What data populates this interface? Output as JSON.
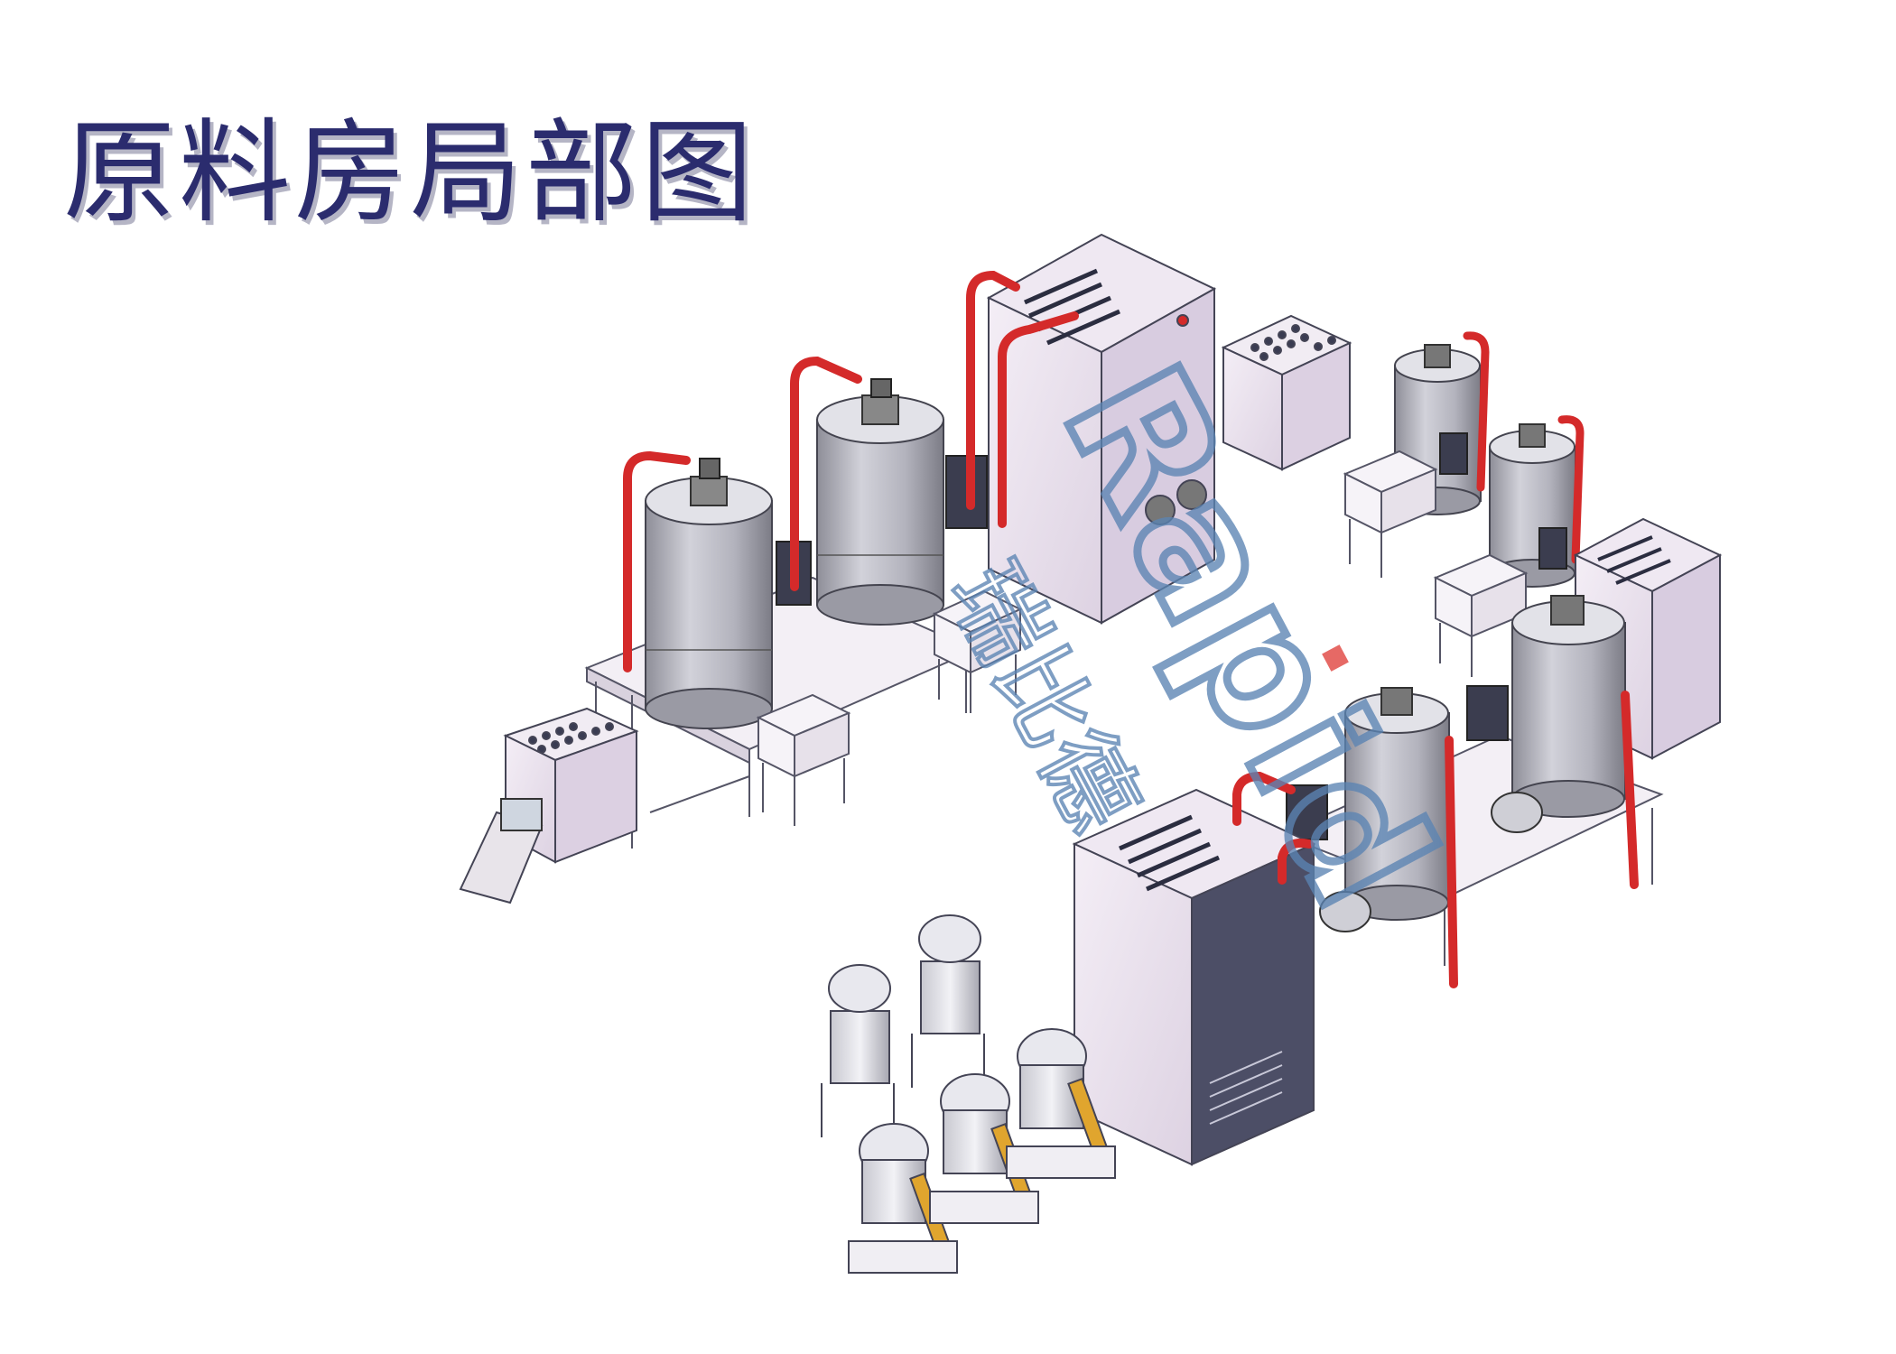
{
  "page": {
    "title": "原料房局部图"
  },
  "watermark": {
    "brand": "Rapid",
    "chinese": "瑞比德"
  },
  "colors": {
    "title": "#2b2c6e",
    "pipe": "#d42a2a",
    "tank_body": "#b9b9c2",
    "cabinet": "#ece4ef",
    "cabinet_dark": "#4c4e66",
    "frame": "#555566",
    "blower_plate": "#e0a52e",
    "watermark": "#5b84b3",
    "watermark_dot": "#e0403a"
  }
}
